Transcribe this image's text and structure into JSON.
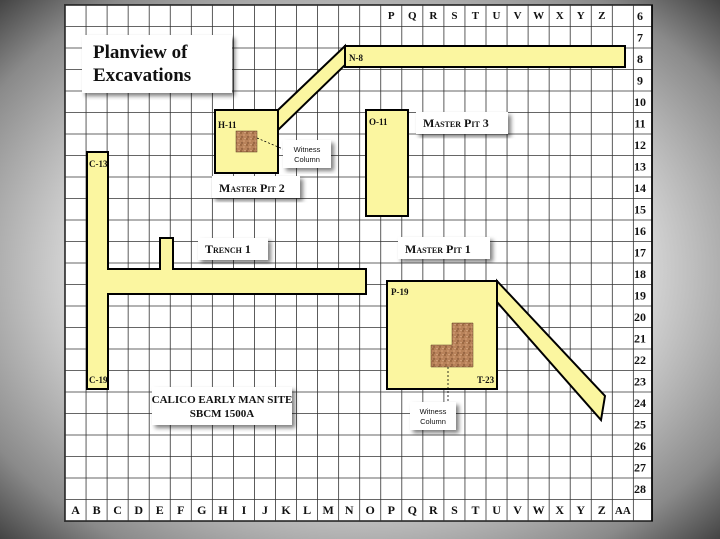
{
  "title_line1": "Planview of",
  "title_line2": "Excavations",
  "bottom_columns": [
    "A",
    "B",
    "C",
    "D",
    "E",
    "F",
    "G",
    "H",
    "I",
    "J",
    "K",
    "L",
    "M",
    "N",
    "O",
    "P",
    "Q",
    "R",
    "S",
    "T",
    "U",
    "V",
    "W",
    "X",
    "Y",
    "Z",
    "AA"
  ],
  "top_columns": [
    "P",
    "Q",
    "R",
    "S",
    "T",
    "U",
    "V",
    "W",
    "X",
    "Y",
    "Z"
  ],
  "rows": [
    "6",
    "7",
    "8",
    "9",
    "10",
    "11",
    "12",
    "13",
    "14",
    "15",
    "16",
    "17",
    "18",
    "19",
    "20",
    "21",
    "22",
    "23",
    "24",
    "25",
    "26",
    "27",
    "28"
  ],
  "labels": {
    "master_pit_1": "Master Pit 1",
    "master_pit_2": "Master Pit 2",
    "master_pit_3": "Master Pit 3",
    "trench_1": "Trench 1",
    "witness_column_upper": [
      "Witness",
      "Column"
    ],
    "witness_column_lower": [
      "Witness",
      "Column"
    ],
    "site_line1": "CALICO EARLY MAN SITE",
    "site_line2": "SBCM 1500A"
  },
  "corner_codes": {
    "n8": "N-8",
    "h11": "H-11",
    "o11": "O-11",
    "c13": "C-13",
    "c19": "C-19",
    "p19": "P-19",
    "t23": "T-23"
  },
  "colors": {
    "excavation_fill": "#fbf6a0",
    "outline": "#000000",
    "grid_line": "#333333",
    "witness_column": "#b8825a"
  }
}
